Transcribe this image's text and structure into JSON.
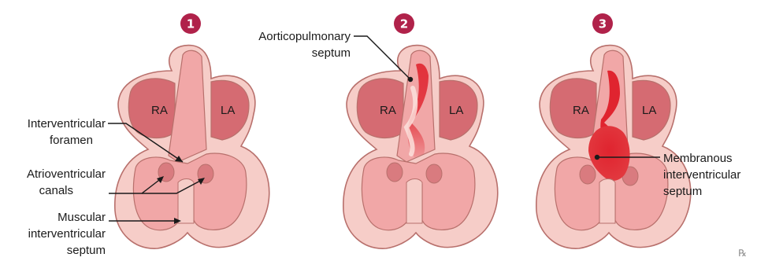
{
  "steps": [
    "1",
    "2",
    "3"
  ],
  "chambers": {
    "right_atrium": "RA",
    "left_atrium": "LA"
  },
  "labels": {
    "interventricular_foramen": [
      "Interventricular",
      "foramen"
    ],
    "atrioventricular_canals": [
      "Atrioventricular",
      "canals"
    ],
    "muscular_septum": [
      "Muscular",
      "interventricular",
      "septum"
    ],
    "aorticopulmonary_septum": [
      "Aorticopulmonary",
      "septum"
    ],
    "membranous_septum": [
      "Membranous",
      "interventricular",
      "septum"
    ]
  },
  "watermark": "℞",
  "colors": {
    "outer": "#f6cdc8",
    "outline": "#b8706c",
    "atrium": "#d56b72",
    "ventricle": "#f1a7a7",
    "canal": "#d97b7f",
    "septum_red": "#e0242f",
    "septum_light": "#fbe0dc",
    "step_circle": "#b0224a"
  }
}
